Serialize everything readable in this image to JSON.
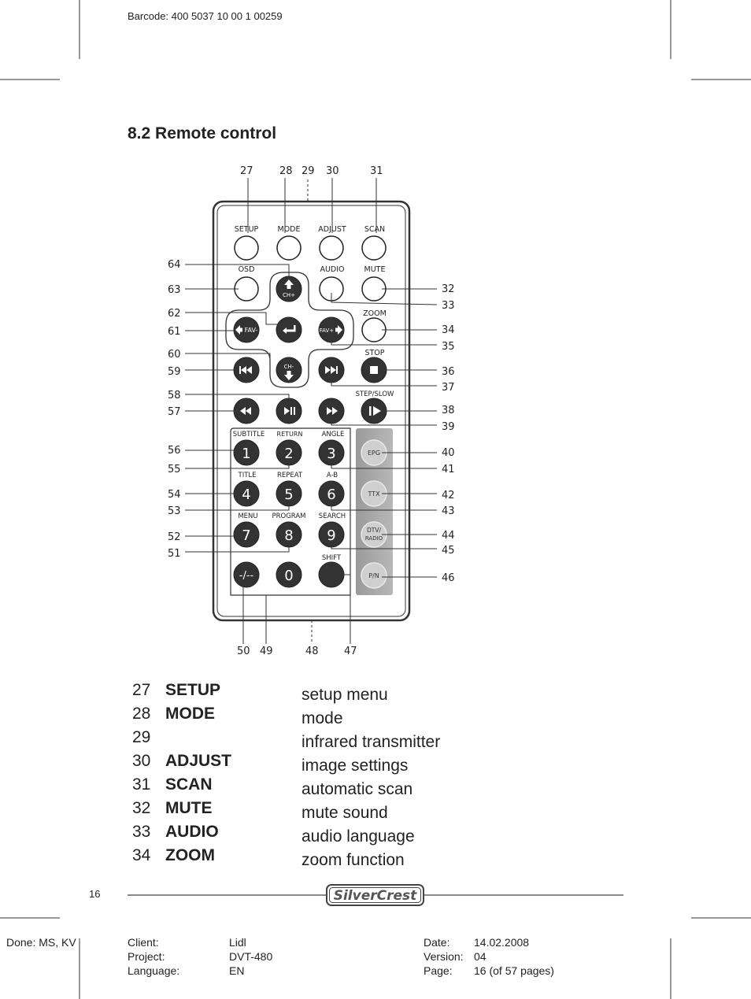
{
  "header": {
    "barcode": "Barcode: 400 5037 10 00 1 00259"
  },
  "section": {
    "title": "8.2  Remote control"
  },
  "remote": {
    "buttons": {
      "setup": "SETUP",
      "mode": "MODE",
      "adjust": "ADJUST",
      "scan": "SCAN",
      "osd": "OSD",
      "audio": "AUDIO",
      "mute": "MUTE",
      "zoom": "ZOOM",
      "stop": "STOP",
      "step_slow": "STEP/SLOW",
      "subtitle": "SUBTITLE",
      "return": "RETURN",
      "angle": "ANGLE",
      "title": "TITLE",
      "repeat": "REPEAT",
      "ab": "A-B",
      "menu": "MENU",
      "program": "PROGRAM",
      "search": "SEARCH",
      "shift": "SHIFT",
      "ch_plus": "CH+",
      "ch_minus": "CH-",
      "fav_minus": "FAV-",
      "fav_plus": "FAV+",
      "epg": "EPG",
      "ttx": "TTX",
      "dtv": "DTV/",
      "radio": "RADIO",
      "pn": "P/N",
      "d1": "1",
      "d2": "2",
      "d3": "3",
      "d4": "4",
      "d5": "5",
      "d6": "6",
      "d7": "7",
      "d8": "8",
      "d9": "9",
      "d0": "0",
      "dash": "-/--"
    },
    "callouts": {
      "c27": "27",
      "c28": "28",
      "c29": "29",
      "c30": "30",
      "c31": "31",
      "c32": "32",
      "c33": "33",
      "c34": "34",
      "c35": "35",
      "c36": "36",
      "c37": "37",
      "c38": "38",
      "c39": "39",
      "c40": "40",
      "c41": "41",
      "c42": "42",
      "c43": "43",
      "c44": "44",
      "c45": "45",
      "c46": "46",
      "c47": "47",
      "c48": "48",
      "c49": "49",
      "c50": "50",
      "c51": "51",
      "c52": "52",
      "c53": "53",
      "c54": "54",
      "c55": "55",
      "c56": "56",
      "c57": "57",
      "c58": "58",
      "c59": "59",
      "c60": "60",
      "c61": "61",
      "c62": "62",
      "c63": "63",
      "c64": "64"
    }
  },
  "legend": [
    {
      "num": "27",
      "label": "SETUP",
      "desc": "setup menu"
    },
    {
      "num": "28",
      "label": "MODE",
      "desc": "mode"
    },
    {
      "num": "29",
      "label": "",
      "desc": "infrared transmitter"
    },
    {
      "num": "30",
      "label": "ADJUST",
      "desc": "image settings"
    },
    {
      "num": "31",
      "label": "SCAN",
      "desc": "automatic scan"
    },
    {
      "num": "32",
      "label": "MUTE",
      "desc": "mute sound"
    },
    {
      "num": "33",
      "label": "AUDIO",
      "desc": "audio language"
    },
    {
      "num": "34",
      "label": "ZOOM",
      "desc": "zoom function"
    }
  ],
  "page_number": "16",
  "brand": "SilverCrest",
  "footer": {
    "done": "Done: MS, KV",
    "client_label": "Client:",
    "client": "Lidl",
    "project_label": "Project:",
    "project": "DVT-480",
    "language_label": "Language:",
    "language": "EN",
    "date_label": "Date:",
    "date": "14.02.2008",
    "version_label": "Version:",
    "version": "04",
    "page_label": "Page:",
    "page": "16 (of 57 pages)"
  }
}
